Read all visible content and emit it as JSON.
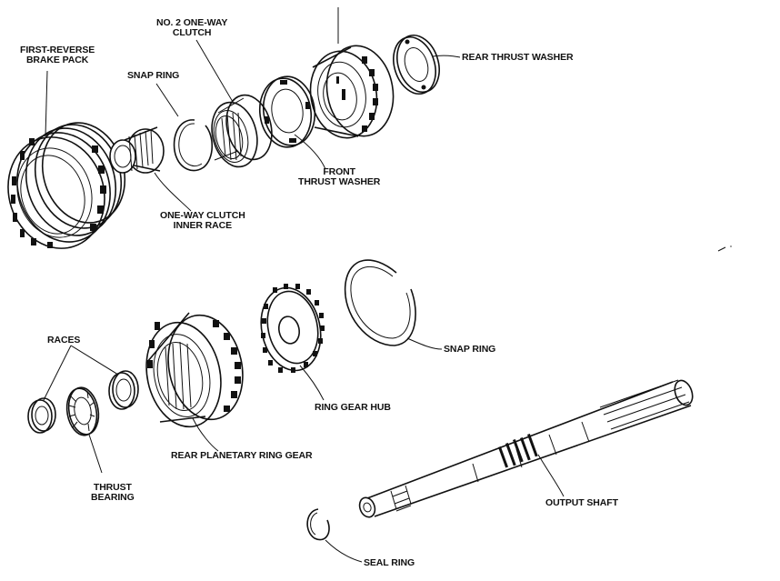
{
  "labels": {
    "brake_pack": [
      "FIRST-REVERSE",
      "BRAKE PACK"
    ],
    "snap_ring_top": "SNAP RING",
    "no2_clutch": [
      "NO. 2 ONE-WAY",
      "CLUTCH"
    ],
    "rear_thrust_washer": "REAR THRUST WASHER",
    "front_thrust_washer": [
      "FRONT",
      "THRUST WASHER"
    ],
    "inner_race": [
      "ONE-WAY CLUTCH",
      "INNER RACE"
    ],
    "races": "RACES",
    "snap_ring_mid": "SNAP RING",
    "ring_gear_hub": "RING GEAR HUB",
    "thrust_bearing": [
      "THRUST",
      "BEARING"
    ],
    "rear_planetary_ring_gear": "REAR PLANETARY RING GEAR",
    "output_shaft": "OUTPUT SHAFT",
    "seal_ring": "SEAL RING"
  },
  "colors": {
    "ink": "#111111",
    "paper": "#ffffff"
  }
}
